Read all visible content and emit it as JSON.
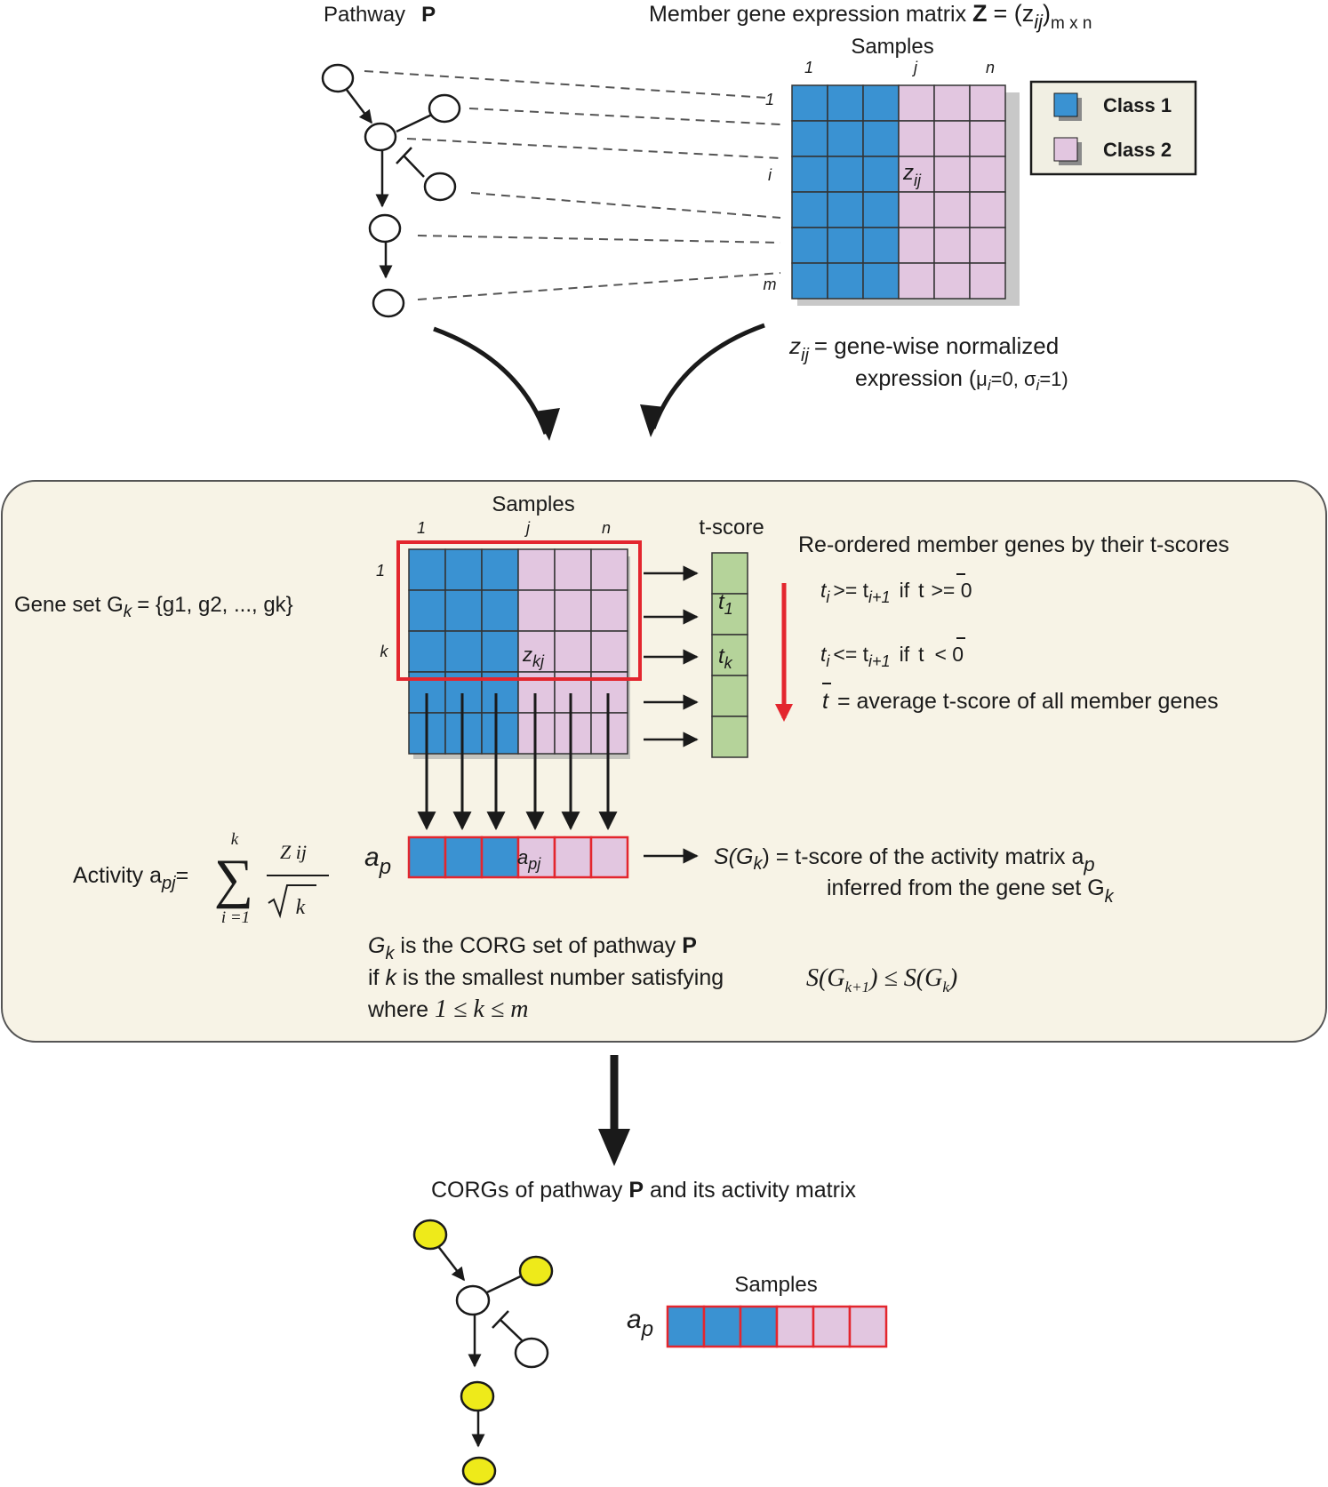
{
  "colors": {
    "class1": "#3a92d2",
    "class2": "#e2c6e0",
    "panel_bg": "#f7f3e6",
    "tscore_fill": "#b5d39a",
    "highlight": "#e3262e",
    "corg_node": "#eeea1a",
    "legend_bg": "#f1efe3"
  },
  "top": {
    "pathway_label": "Pathway",
    "pathway_symbol": "P",
    "matrix_title_prefix": "Member gene expression matrix",
    "matrix_symbol": "Z",
    "matrix_eq": "= (z",
    "matrix_sub": "ij",
    "matrix_close": ")",
    "matrix_dims": "m x n",
    "samples_label": "Samples",
    "col_labels": [
      "1",
      "j",
      "n"
    ],
    "row_labels": [
      "1",
      "i",
      "m"
    ],
    "cell_label": "z",
    "cell_label_sub": "ij",
    "legend": [
      {
        "label": "Class 1"
      },
      {
        "label": "Class 2"
      }
    ],
    "note_z": "z",
    "note_sub": "ij",
    "note_line1": "= gene-wise normalized",
    "note_line2_a": "expression (",
    "note_mu": "μ",
    "note_i1": "i",
    "note_mid": "=0, ",
    "note_sigma": "σ",
    "note_i2": "i",
    "note_end": "=1)"
  },
  "panel": {
    "samples_label": "Samples",
    "col_labels": [
      "1",
      "j",
      "n"
    ],
    "row_labels": [
      "1",
      "k"
    ],
    "tscore_label": "t-score",
    "t1_base": "t",
    "t1_sub": "1",
    "tk_base": "t",
    "tk_sub": "k",
    "cell_base": "z",
    "cell_sub": "kj",
    "geneset_a": "Gene set G",
    "geneset_sub": "k",
    "geneset_b": "=  {g1, g2, ..., gk}",
    "reorder_title": "Re-ordered member genes by their t-scores",
    "rule1": {
      "t": "t",
      "i": "i",
      "op": ">= t",
      "ip1": "i+1",
      "cond": "if",
      "tbar": "t",
      "rhs": ">= 0"
    },
    "rule2": {
      "t": "t",
      "i": "i",
      "op": "<= t",
      "ip1": "i+1",
      "cond": "if",
      "tbar": "t",
      "rhs": "< 0"
    },
    "tbar_def_t": "t",
    "tbar_def": "=  average t-score of all member genes",
    "activity_label": "Activity a",
    "activity_sub": "pj",
    "formula": {
      "eq": "=",
      "sum_top": "k",
      "sum_bottom": "i =1",
      "num": "Z ij",
      "den": "k"
    },
    "ap_base": "a",
    "ap_sub": "p",
    "apj_base": "a",
    "apj_sub": "pj",
    "s_a": "S(G",
    "s_sub": "k",
    "s_b": ") = t-score of the activity matrix a",
    "s_b_sub": "p",
    "s_line2": "inferred from the gene set G",
    "s_line2_sub": "k",
    "corg1_a": "G",
    "corg1_sub": "k",
    "corg1_b": " is the CORG set of pathway ",
    "corg1_p": "P",
    "corg2_a": "if ",
    "corg2_k": "k",
    "corg2_b": " is the smallest number satisfying",
    "corg2_math": "S(G",
    "corg2_math_sub": "k+1",
    "corg2_math_b": ") ≤ S(G",
    "corg2_math_sub2": "k",
    "corg2_math_c": ")",
    "corg3_a": "where ",
    "corg3_math": "1 ≤ k ≤ m"
  },
  "bottom": {
    "title_a": "CORGs of pathway ",
    "title_p": "P",
    "title_b": " and its activity matrix",
    "samples_label": "Samples",
    "ap_base": "a",
    "ap_sub": "p"
  }
}
